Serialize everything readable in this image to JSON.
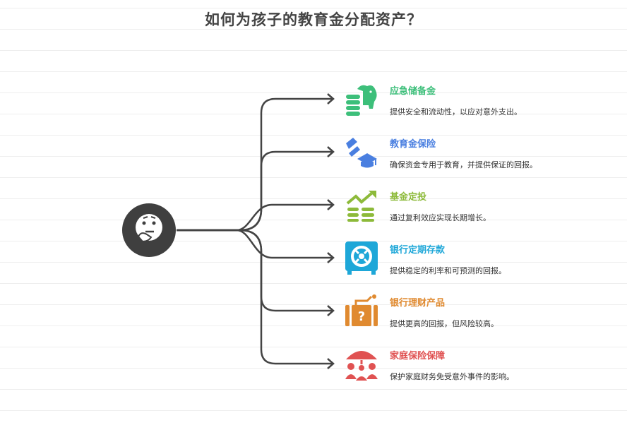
{
  "title": "如何为孩子的教育金分配资产？",
  "center_icon": "thinking-face-icon",
  "items": [
    {
      "title": "应急储备金",
      "desc": "提供安全和流动性，以应对意外支出。",
      "color": "#3dbf7a",
      "icon": "piggy-bank-coins-icon"
    },
    {
      "title": "教育金保险",
      "desc": "确保资金专用于教育，并提供保证的回报。",
      "color": "#4a7fe0",
      "icon": "graduation-cap-icon"
    },
    {
      "title": "基金定投",
      "desc": "通过复利效应实现长期增长。",
      "color": "#8dba3a",
      "icon": "growth-chart-icon"
    },
    {
      "title": "银行定期存款",
      "desc": "提供稳定的利率和可预测的回报。",
      "color": "#1ea7d8",
      "icon": "safe-icon"
    },
    {
      "title": "银行理财产品",
      "desc": "提供更高的回报，但风险较高。",
      "color": "#e08a30",
      "icon": "mystery-suitcase-icon"
    },
    {
      "title": "家庭保险保障",
      "desc": "保护家庭财务免受意外事件的影响。",
      "color": "#e05252",
      "icon": "family-umbrella-icon"
    }
  ]
}
